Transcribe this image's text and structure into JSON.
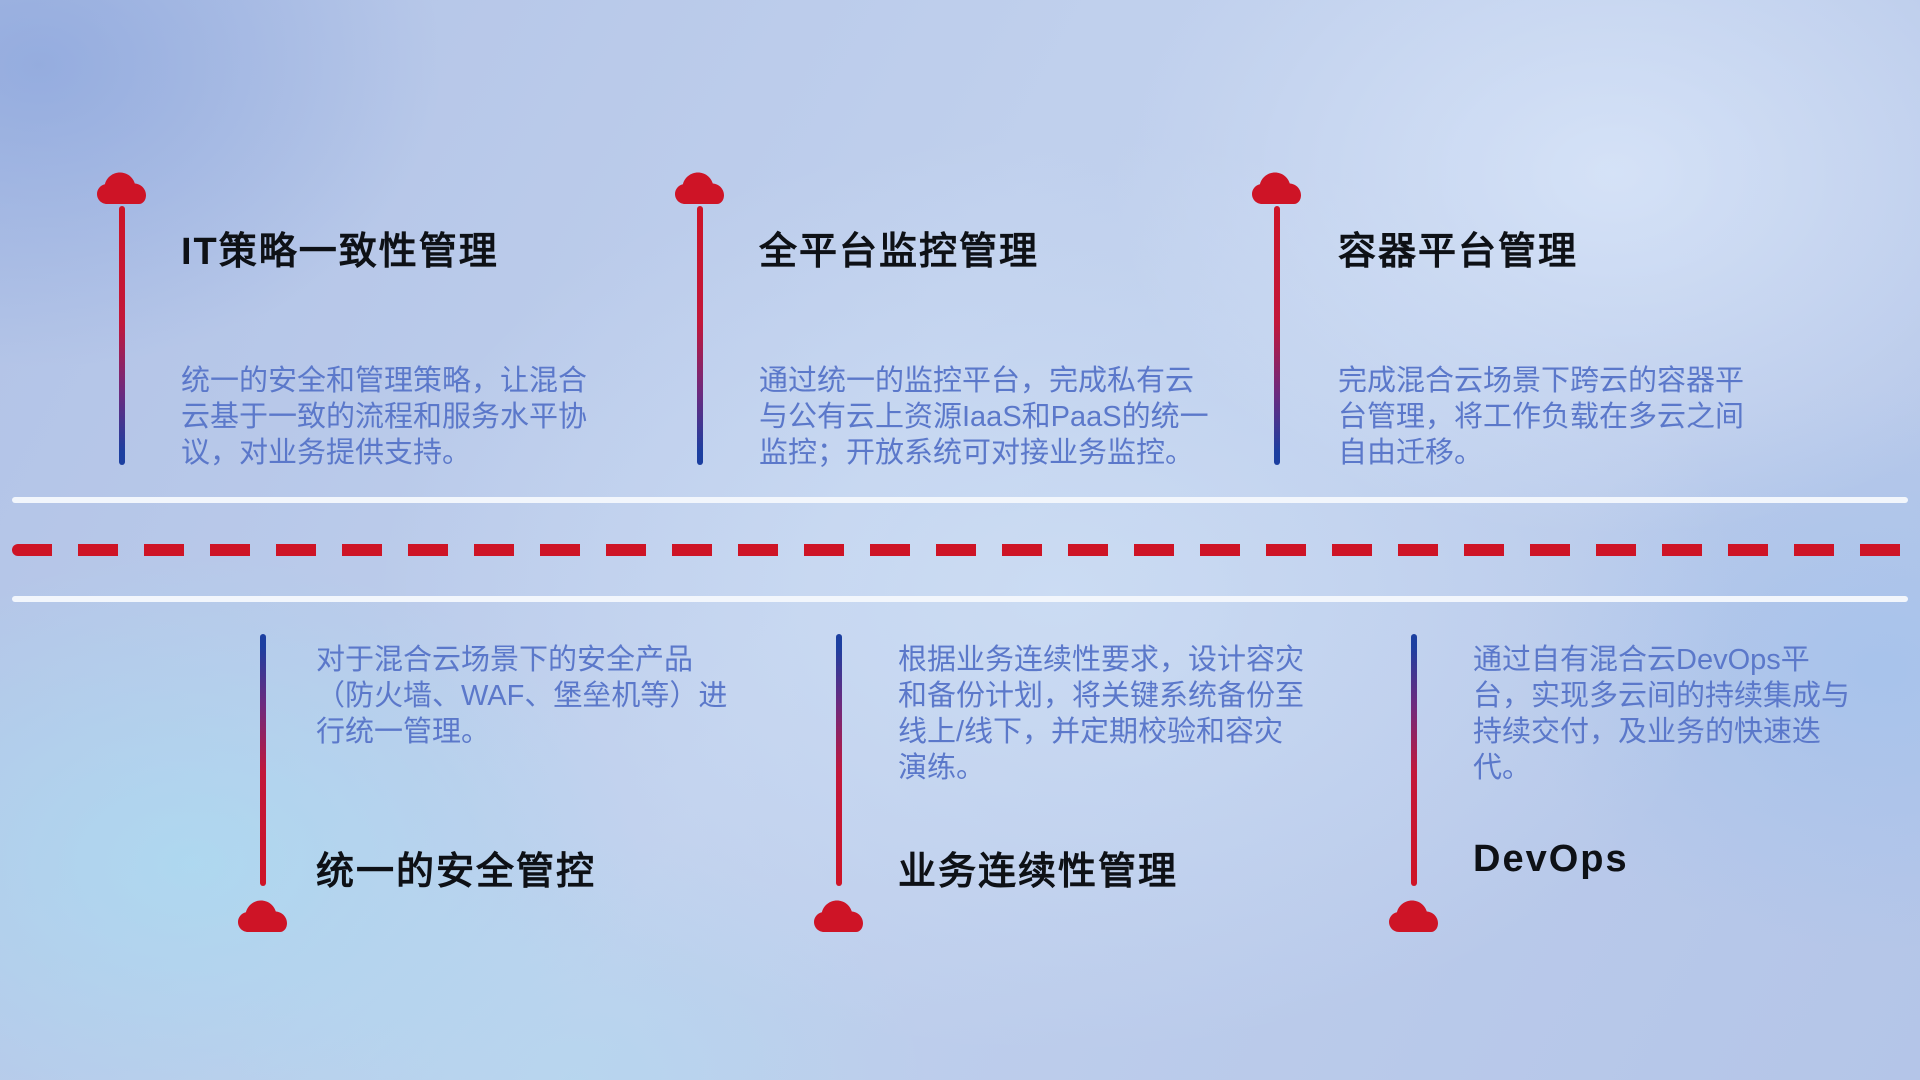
{
  "colors": {
    "accent_red": "#ce1426",
    "line_blue": "#1c3fa0",
    "desc_blue": "#5b78ca",
    "title_dark": "#0e1116",
    "rail_white": "#f2f6fc"
  },
  "top_items": [
    {
      "title": "IT策略一致性管理",
      "description": "统一的安全和管理策略，让混合云基于一致的流程和服务水平协议，对业务提供支持。"
    },
    {
      "title": "全平台监控管理",
      "description": "通过统一的监控平台，完成私有云与公有云上资源IaaS和PaaS的统一监控；开放系统可对接业务监控。"
    },
    {
      "title": "容器平台管理",
      "description": "完成混合云场景下跨云的容器平台管理，将工作负载在多云之间自由迁移。"
    }
  ],
  "bottom_items": [
    {
      "title": "统一的安全管控",
      "description": "对于混合云场景下的安全产品（防火墙、WAF、堡垒机等）进行统一管理。"
    },
    {
      "title": "业务连续性管理",
      "description": "根据业务连续性要求，设计容灾和备份计划，将关键系统备份至线上/线下，并定期校验和容灾演练。"
    },
    {
      "title": "DevOps",
      "description": "通过自有混合云DevOps平台，实现多云间的持续集成与持续交付，及业务的快速迭代。"
    }
  ]
}
